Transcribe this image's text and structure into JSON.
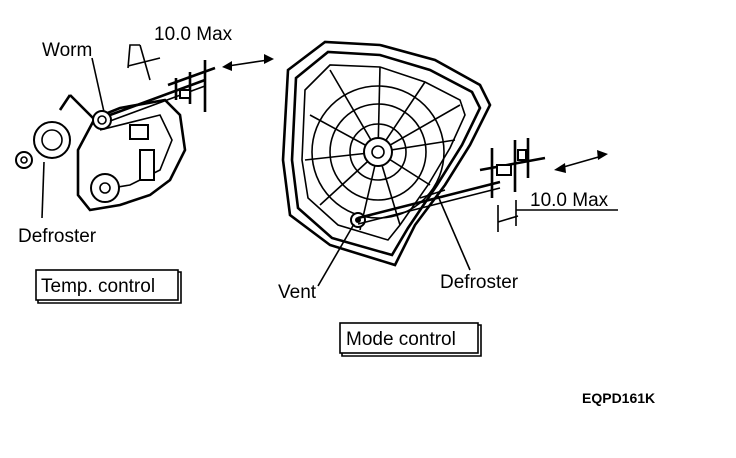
{
  "labels": {
    "dimension_left": "10.0 Max",
    "worm": "Worm",
    "defroster_left": "Defroster",
    "temp_control": "Temp. control",
    "vent": "Vent",
    "defroster_right": "Defroster",
    "dimension_right": "10.0 Max",
    "mode_control": "Mode control",
    "figure_code": "EQPD161K"
  }
}
